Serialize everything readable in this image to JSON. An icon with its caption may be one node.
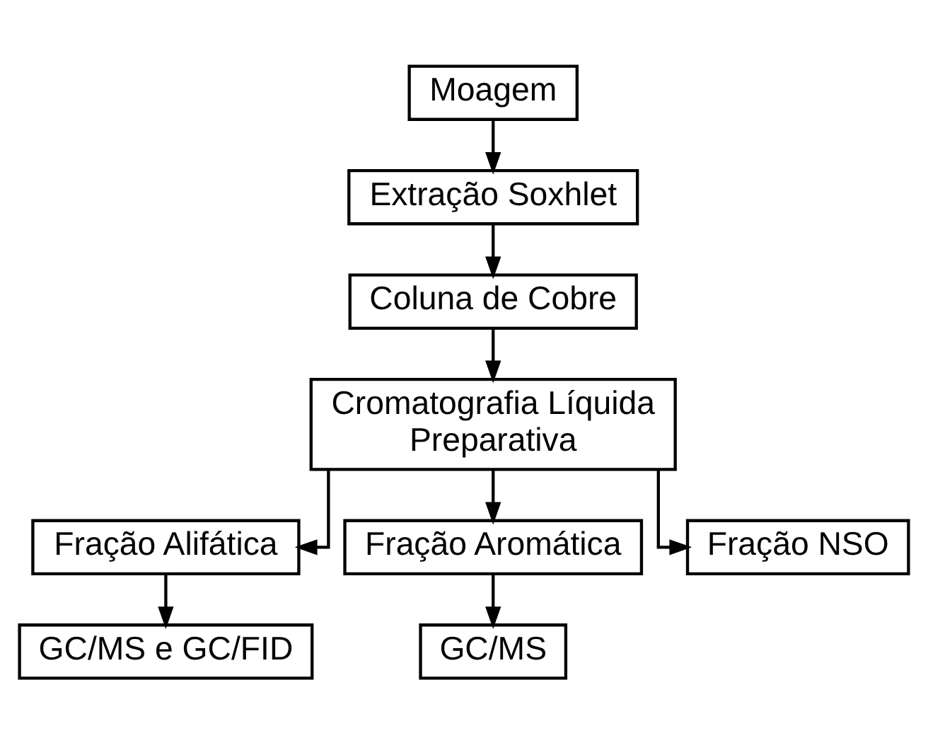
{
  "diagram": {
    "nodes": [
      {
        "text": [
          "Moagem"
        ]
      },
      {
        "text": [
          "Extração Soxhlet"
        ]
      },
      {
        "text": [
          "Coluna de Cobre"
        ]
      },
      {
        "text": [
          "Cromatografia Líquida Preparativa"
        ]
      },
      {
        "text": [
          "Fração Alifática"
        ]
      },
      {
        "text": [
          "Fração Aromática"
        ]
      },
      {
        "text": [
          "Fração NSO"
        ]
      },
      {
        "text": [
          "GC/MS e GC/FID"
        ]
      },
      {
        "text": [
          "GC/MS"
        ]
      }
    ],
    "edges": [
      {
        "from": 0,
        "to": 1,
        "arrow": "to"
      },
      {
        "from": 1,
        "to": 2,
        "arrow": "to"
      },
      {
        "from": 2,
        "to": 3,
        "arrow": "to"
      },
      {
        "from": 3,
        "to": 4,
        "arrow": "to"
      },
      {
        "from": 3,
        "to": 5,
        "arrow": "to"
      },
      {
        "from": 3,
        "to": 6,
        "arrow": "to"
      },
      {
        "from": 4,
        "to": 7,
        "arrow": "to"
      },
      {
        "from": 5,
        "to": 8,
        "arrow": "to"
      }
    ]
  }
}
